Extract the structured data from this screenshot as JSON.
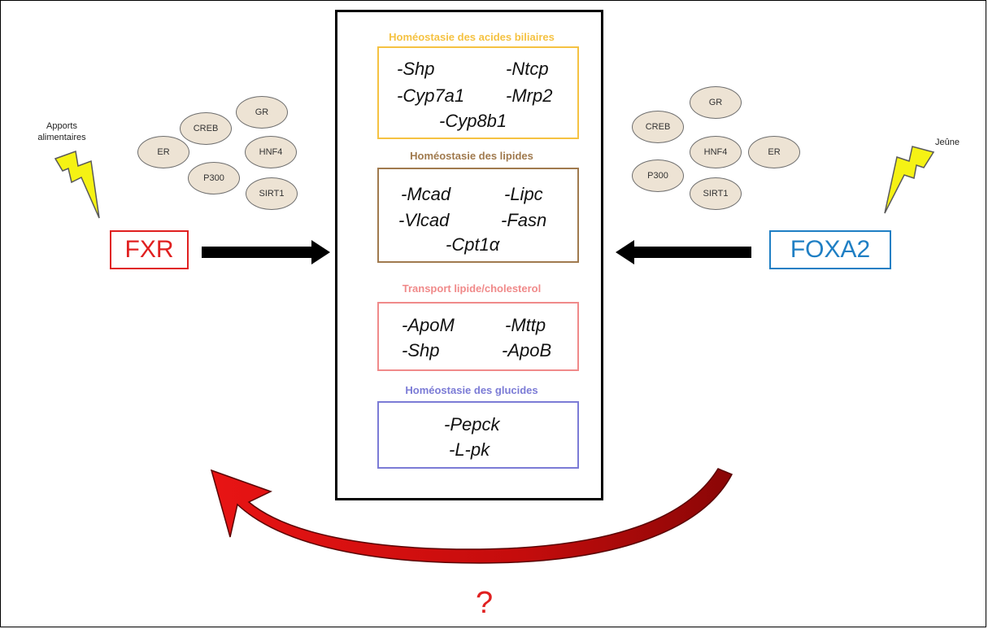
{
  "left": {
    "input_label": "Apports\nalimentaires",
    "factor": "FXR",
    "factor_color": "#e02020",
    "cofactors": [
      "CREB",
      "GR",
      "ER",
      "HNF4",
      "P300",
      "SIRT1"
    ]
  },
  "right": {
    "input_label": "Jeûne",
    "factor": "FOXA2",
    "factor_color": "#1f7fc4",
    "cofactors": [
      "GR",
      "CREB",
      "HNF4",
      "ER",
      "P300",
      "SIRT1"
    ]
  },
  "sections": [
    {
      "title": "Homéostasie des acides biliaires",
      "color": "#f5c242",
      "genes": [
        "-Shp",
        "-Ntcp",
        "-Cyp7a1",
        "-Mrp2",
        "-Cyp8b1"
      ]
    },
    {
      "title": "Homéostasie des lipides",
      "color": "#a07a4e",
      "genes": [
        "-Mcad",
        "-Lipc",
        "-Vlcad",
        "-Fasn",
        "-Cpt1α"
      ]
    },
    {
      "title": "Transport lipide/cholesterol",
      "color": "#f08a8a",
      "genes": [
        "-ApoM",
        "-Mttp",
        "-Shp",
        "-ApoB"
      ]
    },
    {
      "title": "Homéostasie des glucides",
      "color": "#7b7bd6",
      "genes": [
        "-Pepck",
        "-L-pk"
      ]
    }
  ],
  "feedback_label": "?",
  "colors": {
    "lightning": "#f5f214",
    "arrow": "#000000",
    "feedback_arrow": "#d61010"
  }
}
